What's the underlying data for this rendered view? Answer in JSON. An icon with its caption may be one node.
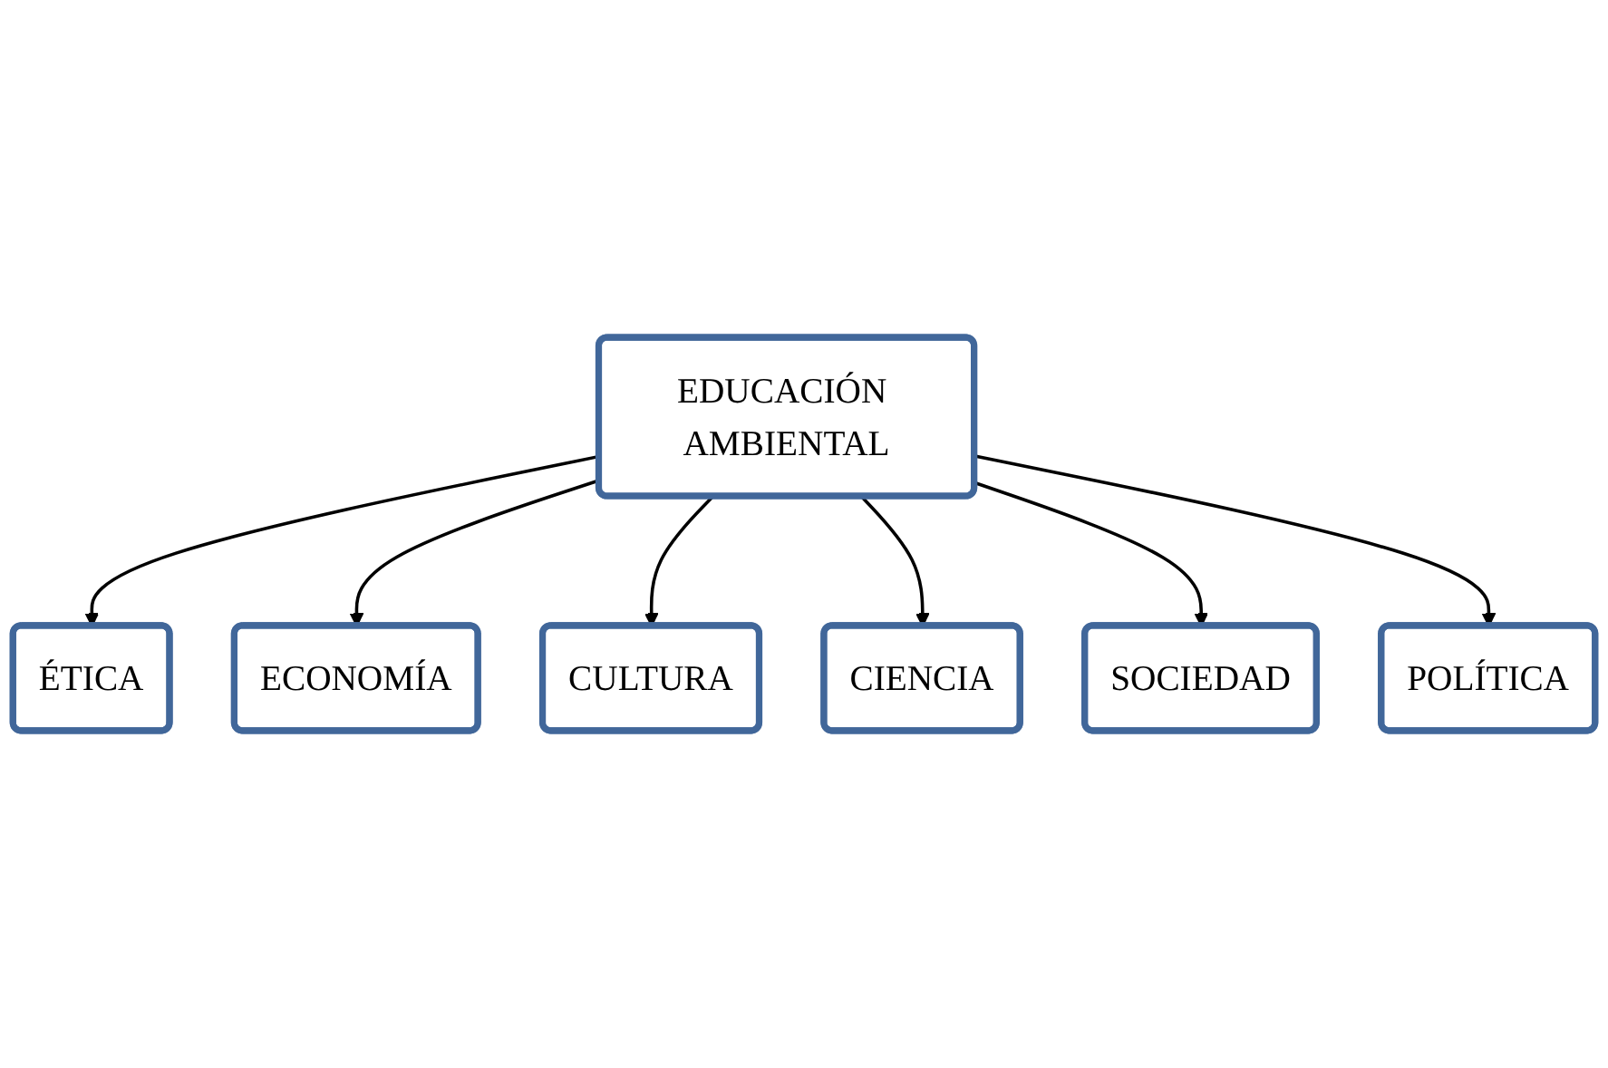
{
  "diagram": {
    "nodes": [
      {
        "text": [
          "ÉTICA"
        ]
      },
      {
        "text": [
          "ECONOMÍA"
        ]
      },
      {
        "text": [
          "CULTURA"
        ]
      },
      {
        "text": [
          "EDUCACIÓN AMBIENTAL"
        ]
      },
      {
        "text": [
          "CIENCIA"
        ]
      },
      {
        "text": [
          "SOCIEDAD"
        ]
      },
      {
        "text": [
          "POLÍTICA"
        ]
      }
    ],
    "edges": [
      {
        "from": 3,
        "to": 0,
        "arrow": "to"
      },
      {
        "from": 3,
        "to": 1,
        "arrow": "to"
      },
      {
        "from": 3,
        "to": 2,
        "arrow": "to"
      },
      {
        "from": 3,
        "to": 4,
        "arrow": "to"
      },
      {
        "from": 3,
        "to": 5,
        "arrow": "to"
      },
      {
        "from": 3,
        "to": 6,
        "arrow": "to"
      }
    ]
  }
}
